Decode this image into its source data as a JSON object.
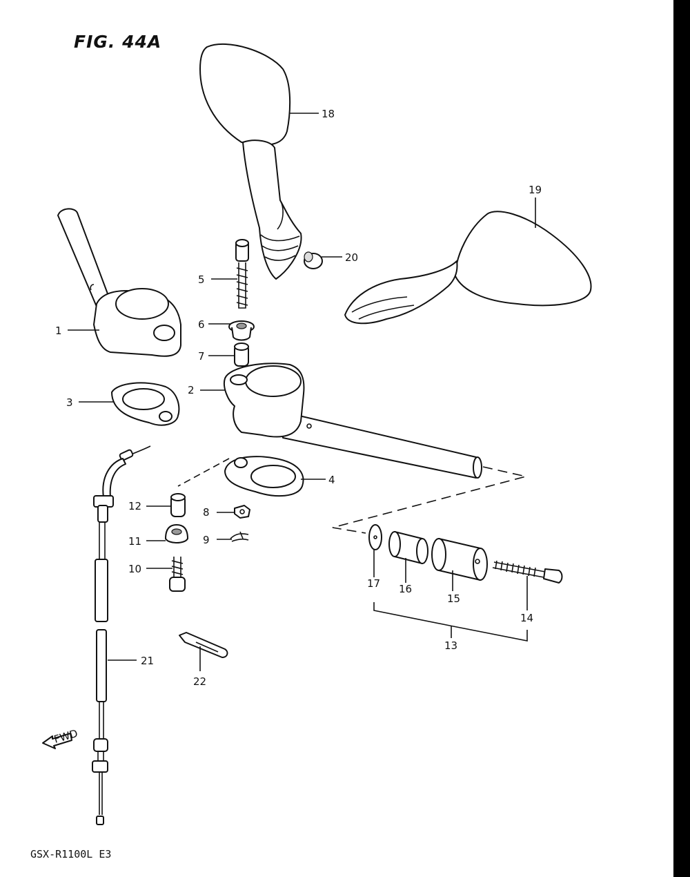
{
  "figure_title": "FIG. 44A",
  "model_code": "GSX-R1100L E3",
  "fwd_label": "FWD",
  "callouts": [
    "1",
    "2",
    "3",
    "4",
    "5",
    "6",
    "7",
    "8",
    "9",
    "10",
    "11",
    "12",
    "13",
    "14",
    "15",
    "16",
    "17",
    "18",
    "19",
    "20",
    "21",
    "22"
  ],
  "icons": {
    "fwd_arrow": "fwd-arrow-icon"
  },
  "colors": {
    "ink": "#111111",
    "background": "#ffffff",
    "border": "#000000"
  }
}
